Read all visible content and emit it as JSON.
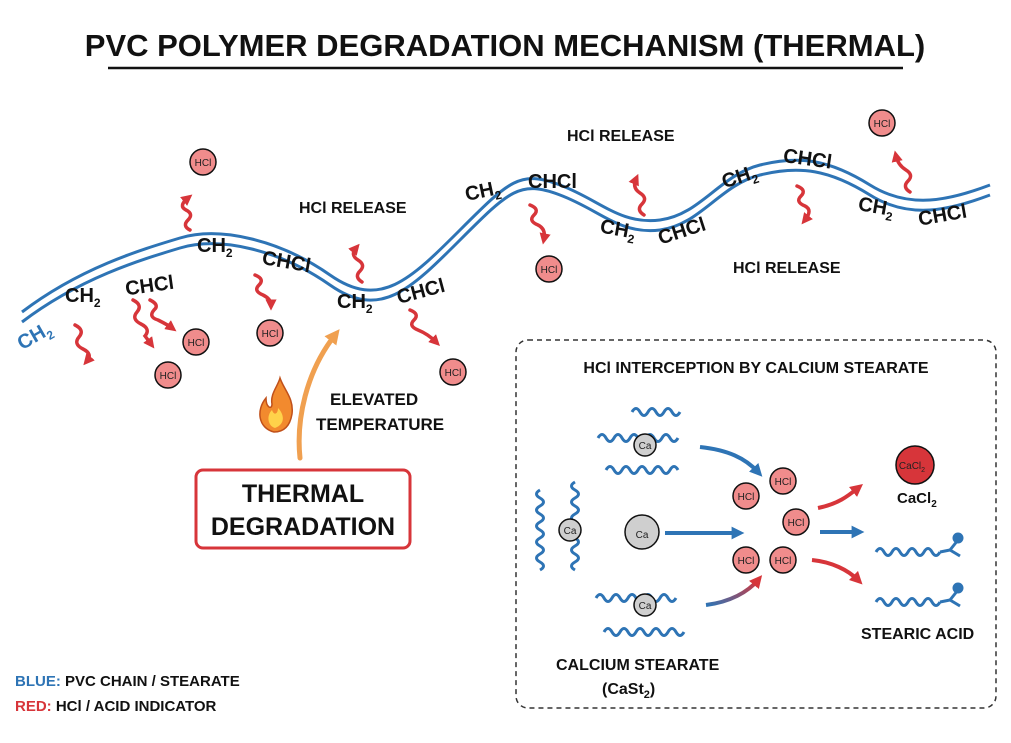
{
  "title": "PVC POLYMER DEGRADATION MECHANISM (THERMAL)",
  "chain_labels": {
    "ch2": "CH",
    "chcl": "CHCl",
    "sub2": "2"
  },
  "hcl": "HCl",
  "hcl_release": "HCl RELEASE",
  "elevated_temp": [
    "ELEVATED",
    "TEMPERATURE"
  ],
  "thermal_degradation": [
    "THERMAL",
    "DEGRADATION"
  ],
  "interception": {
    "heading": "HCl INTERCEPTION BY CALCIUM STEARATE",
    "ca": "Ca",
    "calcium_stearate": "CALCIUM STEARATE",
    "casto_formula": "(CaSt",
    "casto_sub": "2",
    "casto_close": ")",
    "cacl2_formula": "CaCl",
    "cacl2_sub": "2",
    "stearic_acid": "STEARIC ACID"
  },
  "legend": {
    "blue_key": "BLUE:",
    "blue_text": " PVC CHAIN / STEARATE",
    "red_key": "RED:",
    "red_text": " HCl / ACID INDICATOR"
  },
  "colors": {
    "blue": "#2e74b5",
    "red": "#d7353a",
    "hcl_fill": "#f08c8c",
    "ca_fill": "#cfcfcf",
    "orange": "#f0a050"
  }
}
